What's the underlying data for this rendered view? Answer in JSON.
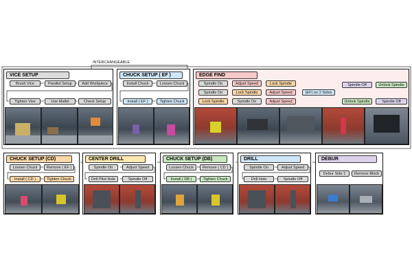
{
  "annotation": "INTERCHANGEABLE",
  "colors": {
    "gray": "#d9d9d9",
    "vice_title": "#dcdcdc",
    "chuck_ef_title": "#cfe6f7",
    "edge_title": "#f8c9c9",
    "edge_bg": "#fdeeee",
    "orange": "#f9d7a6",
    "green": "#c8e6c0",
    "purple": "#ddd2ec",
    "blue": "#cfe6f7",
    "yellow": "#fbe8b0"
  },
  "panels": {
    "vice": {
      "title": "VICE SETUP",
      "steps": [
        "Brush Vice",
        "Parallel Setup",
        "Add Workpiece",
        "Tighten Vise",
        "Use Mallet",
        "Check Setup"
      ]
    },
    "chuck_ef": {
      "title": "CHUCK SETUP ( EF )",
      "steps": [
        "Install Chuck",
        "Loosen Chuck",
        "Install ( EF )",
        "Tighten Chuck"
      ]
    },
    "edge_find": {
      "title": "EDGE FIND",
      "row1": [
        "Spindle On",
        "Adjust Speed",
        "Lock Spindle"
      ],
      "row2": [
        "Spindle On",
        "Lock Spindle",
        "Adjust Speed"
      ],
      "row3": [
        "Lock Spindle",
        "Spindle On",
        "Adjust Speed"
      ],
      "merge": "(EF) on 2 Sides",
      "out1": [
        "Spindle Off",
        "Unlock Spindle"
      ],
      "out2": [
        "Unlock Spindle",
        "Spindle Off"
      ]
    },
    "chuck_cd": {
      "title": "CHUCK SETUP (CD)",
      "steps": [
        "Loosen Chuck",
        "Remove ( EF )",
        "Install ( CD )",
        "Tighten Chuck"
      ]
    },
    "center_drill": {
      "title": "CENTER DRILL",
      "steps": [
        "Spindle On",
        "Adjust Speed",
        "Drill Pilot Hole",
        "Spindle Off"
      ]
    },
    "chuck_db": {
      "title": "CHUCK SETUP (DB)",
      "steps": [
        "Loosen Chuck",
        "Remove ( CD )",
        "Install ( DB )",
        "Tighten Chuck"
      ]
    },
    "drill": {
      "title": "DRILL",
      "steps": [
        "Spindle On",
        "Adjust Speed",
        "Drill Hole",
        "Spindle Off"
      ]
    },
    "debur": {
      "title": "DEBUR",
      "steps": [
        "Debur Side 1",
        "Remove Block"
      ]
    }
  }
}
